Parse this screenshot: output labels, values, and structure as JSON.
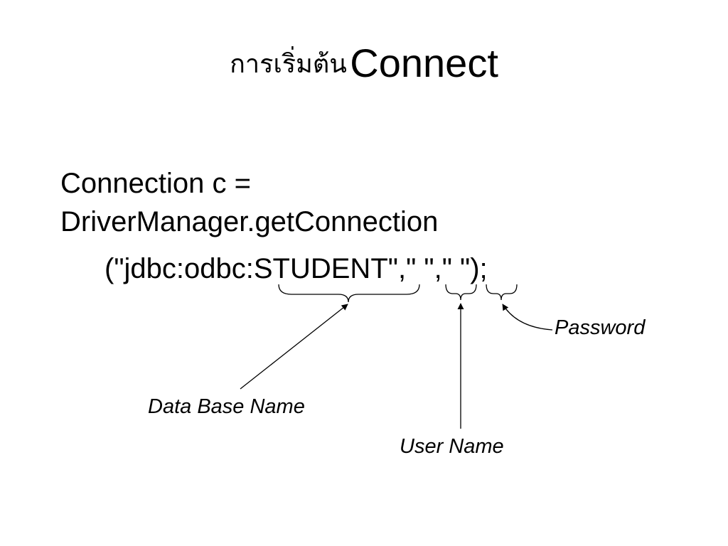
{
  "slide": {
    "title_thai": "การเริ่มต้น",
    "title_en": "Connect",
    "code_line1": "Connection c =",
    "code_line2": "DriverManager.getConnection",
    "code_line3": "(\"jdbc:odbc:STUDENT\",\" \",\" \");"
  },
  "annotations": {
    "password": "Password",
    "database_name": "Data Base Name",
    "user_name": "User Name"
  }
}
